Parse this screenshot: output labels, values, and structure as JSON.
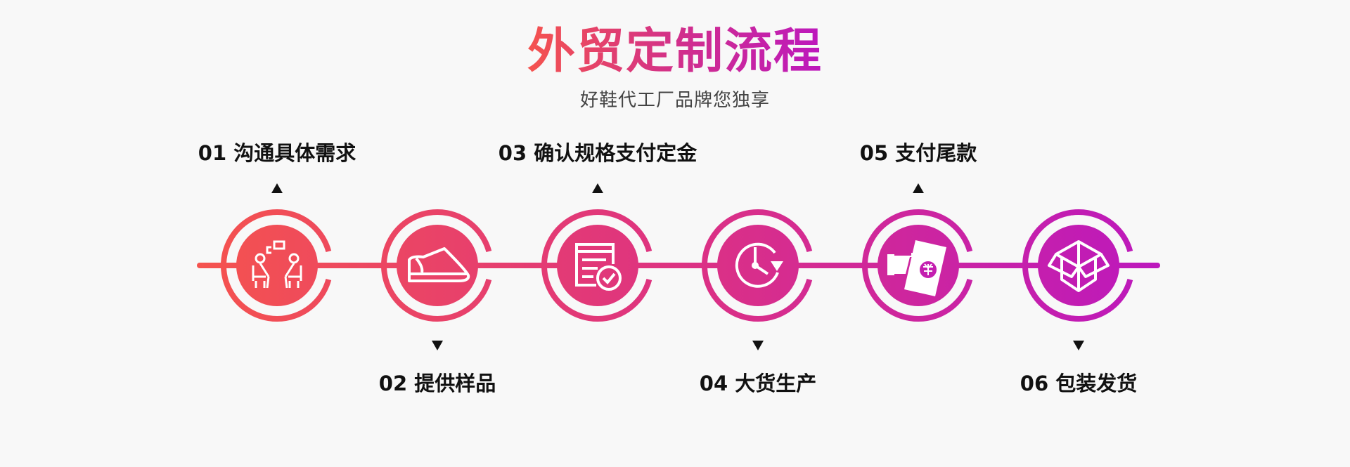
{
  "header": {
    "title": "外贸定制流程",
    "subtitle": "好鞋代工厂品牌您独享"
  },
  "colors": {
    "gradient_start": "#f5534e",
    "gradient_end": "#bc18bd",
    "text": "#111111",
    "background": "#f8f8f8"
  },
  "steps": [
    {
      "label": "01 沟通具体需求",
      "icon": "meeting-icon",
      "position": "top"
    },
    {
      "label": "02 提供样品",
      "icon": "shoe-icon",
      "position": "bottom"
    },
    {
      "label": "03 确认规格支付定金",
      "icon": "document-check-icon",
      "position": "top"
    },
    {
      "label": "04 大货生产",
      "icon": "clock-refresh-icon",
      "position": "bottom"
    },
    {
      "label": "05 支付尾款",
      "icon": "payment-icon",
      "position": "top"
    },
    {
      "label": "06 包装发货",
      "icon": "box-icon",
      "position": "bottom"
    }
  ]
}
